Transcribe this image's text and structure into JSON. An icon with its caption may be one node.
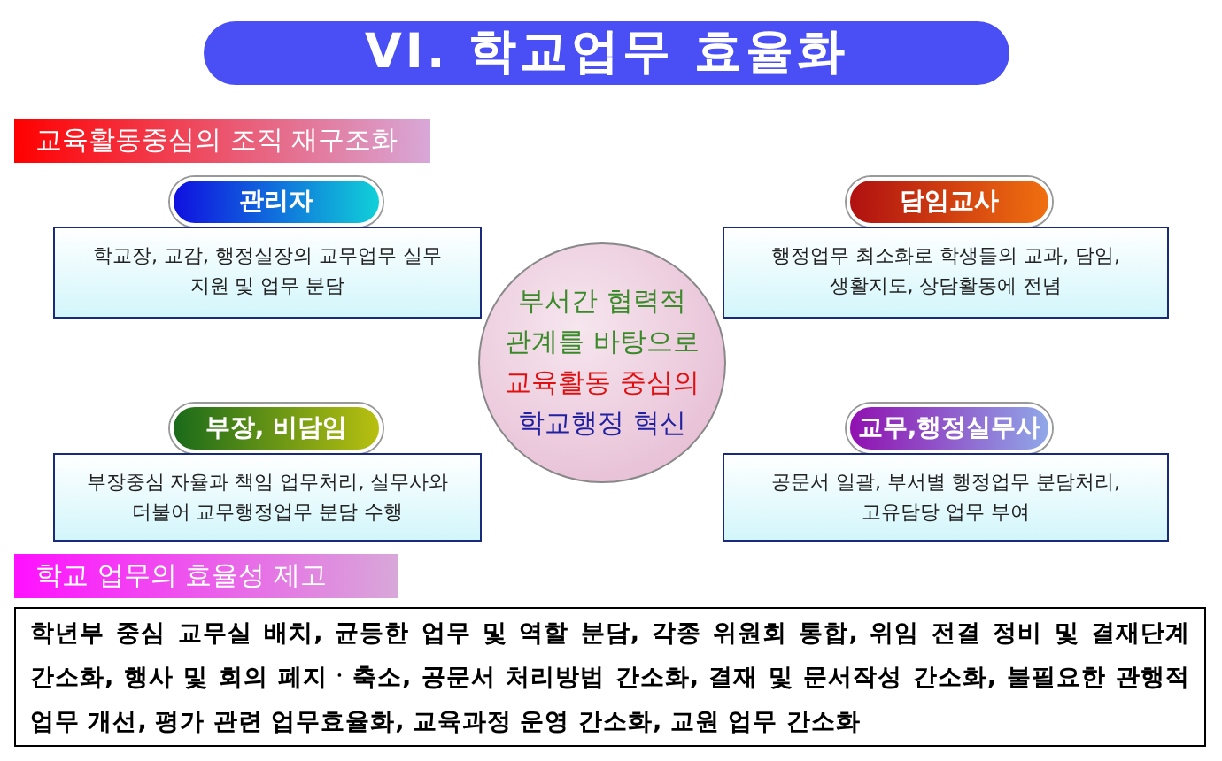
{
  "diagram": {
    "title": "VI. 학교업무 효율화",
    "nodes": [
      {
        "text": [
          "교육활동중심의 조직 재구조화"
        ]
      },
      {
        "text": [
          "관리자"
        ]
      },
      {
        "text": [
          "학교장, 교감, 행정실장의 교무업무 실무 지원 및 업무 분담"
        ]
      },
      {
        "text": [
          "담임교사"
        ]
      },
      {
        "text": [
          "행정업무 최소화로 학생들의 교과, 담임, 생활지도, 상담활동에 전념"
        ]
      },
      {
        "text": [
          "부서간 협력적 관계를 바탕으로",
          "교육활동 중심의",
          "학교행정 혁신"
        ]
      },
      {
        "text": [
          "부장, 비담임"
        ]
      },
      {
        "text": [
          "부장중심 자율과 책임 업무처리, 실무사와 더불어 교무행정업무 분담 수행"
        ]
      },
      {
        "text": [
          "교무,행정실무사"
        ]
      },
      {
        "text": [
          "공문서 일괄, 부서별 행정업무 분담처리, 고유담당 업무 부여"
        ]
      },
      {
        "text": [
          "학교 업무의 효율성 제고"
        ]
      },
      {
        "text": [
          "학년부 중심 교무실 배치, 균등한 업무 및 역할 분담, 각종 위원회 통합, 위임 전결 정비 및 결재단계 간소화, 행사 및 회의 폐지ㆍ축소, 공문서 처리방법 간소화, 결재 및 문서작성 간소화, 불필요한 관행적 업무 개선, 평가 관련 업무효율화, 교육과정 운영 간소화, 교원 업무 간소화"
        ]
      }
    ],
    "edges": []
  }
}
